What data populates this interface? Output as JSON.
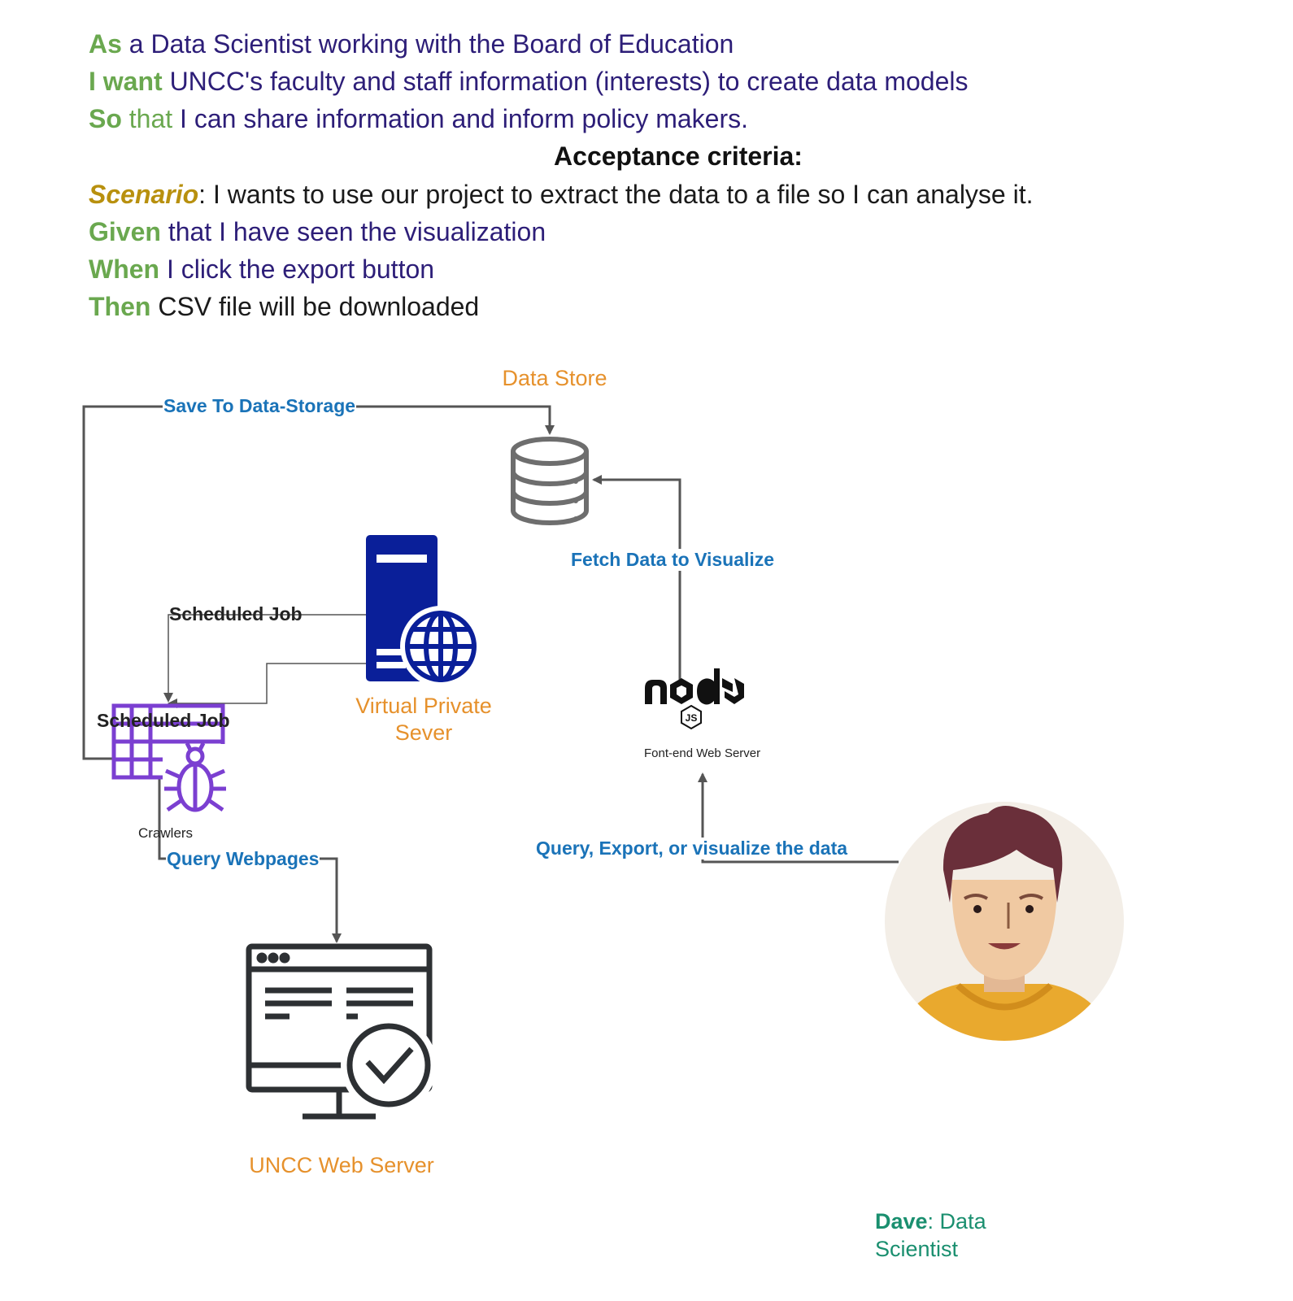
{
  "story": {
    "as_kw": "As",
    "as_text": " a Data Scientist  working with the Board of Education",
    "want_kw": "I want",
    "want_text": " UNCC's faculty and staff information (interests) to create data models",
    "so_kw": "So",
    "so_that": " that",
    "so_text": " I can share information and inform policy makers.",
    "acceptance_title": "Acceptance criteria:",
    "scenario_kw": "Scenario",
    "scenario_text": ": I wants to use our project to extract the data to a file so I can analyse it.",
    "given_kw": "Given",
    "given_text": " that I have seen the visualization",
    "when_kw": "When",
    "when_text": " I click the export button",
    "then_kw": "Then",
    "then_text": " CSV file will be downloaded"
  },
  "diagram": {
    "nodes": {
      "data_store": "Data Store",
      "vps_line1": "Virtual Private",
      "vps_line2": "Sever",
      "node_caption": "Font-end Web Server",
      "crawlers": "Crawlers",
      "crawler_overlay": "Scheduled Job",
      "uncc_server": "UNCC Web Server",
      "dave_name": "Dave",
      "dave_role": ": Data Scientist"
    },
    "edges": {
      "save": "Save To Data-Storage",
      "fetch": "Fetch Data to Visualize",
      "scheduled": "Scheduled Job",
      "query_webpages": "Query Webpages",
      "query_export": "Query, Export, or visualize the data"
    },
    "icons": [
      "database-icon",
      "server-globe-icon",
      "nodejs-logo-icon",
      "crawler-bug-icon",
      "web-server-check-icon",
      "person-avatar-icon"
    ],
    "colors": {
      "keyword_green": "#6aa84f",
      "story_purple": "#2d1e78",
      "scenario_gold": "#b8900e",
      "edge_label_blue": "#1a73b8",
      "node_label_orange": "#e6912c",
      "dave_teal": "#1a8f6f",
      "server_blue": "#0a1f99",
      "crawler_purple": "#7b3fd1"
    }
  }
}
